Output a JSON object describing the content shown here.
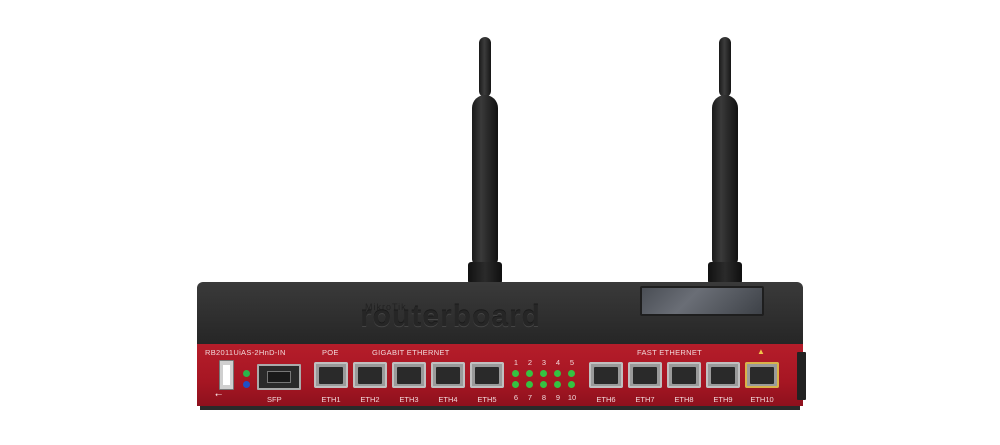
{
  "device": {
    "brand_small": "MikroTik",
    "brand_large": "routerboard",
    "model": "RB2011UiAS-2HnD-IN"
  },
  "front_panel": {
    "poe_label": "POE",
    "gigabit_label": "GIGABIT ETHERNET",
    "fast_label": "FAST ETHERNET",
    "sfp_label": "SFP",
    "gigabit_ports": [
      "ETH1",
      "ETH2",
      "ETH3",
      "ETH4",
      "ETH5"
    ],
    "fast_ports": [
      "ETH6",
      "ETH7",
      "ETH8",
      "ETH9",
      "ETH10"
    ],
    "led_top_numbers": [
      "1",
      "2",
      "3",
      "4",
      "5"
    ],
    "led_bottom_numbers": [
      "6",
      "7",
      "8",
      "9",
      "10"
    ]
  },
  "colors": {
    "front": "#a61623",
    "top": "#2e2e2e",
    "led_active": "#35c241",
    "led_blue": "#1f4fc6"
  }
}
